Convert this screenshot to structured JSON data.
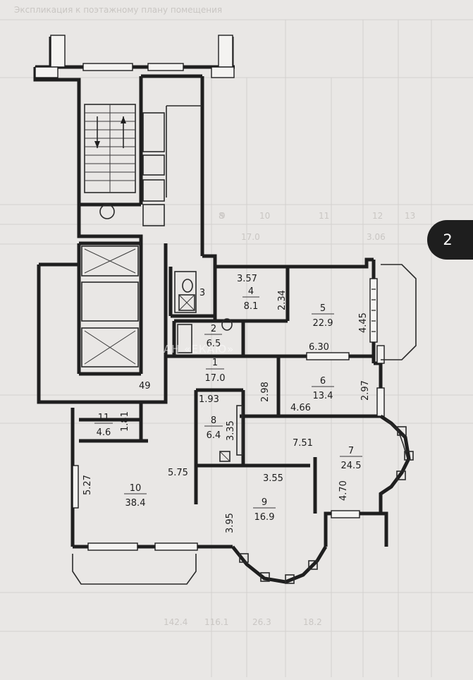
{
  "header_text": "Экспликация к поэтажному плану помещения",
  "page_badge": "2",
  "watermark": "АН «ЕКАЮ»",
  "rooms": {
    "r1": {
      "number": "1",
      "area": "17.0"
    },
    "r2": {
      "number": "2",
      "area": "6.5"
    },
    "r3": {
      "number": "3"
    },
    "r4": {
      "number": "4",
      "area": "8.1"
    },
    "r5": {
      "number": "5",
      "area": "22.9"
    },
    "r6": {
      "number": "6",
      "area": "13.4"
    },
    "r7": {
      "number": "7",
      "area": "24.5"
    },
    "r8": {
      "number": "8",
      "area": "6.4"
    },
    "r9": {
      "number": "9",
      "area": "16.9"
    },
    "r10": {
      "number": "10",
      "area": "38.4"
    },
    "r11": {
      "number": "11",
      "area": "4.6"
    }
  },
  "dimensions": {
    "d_357": "3.57",
    "d_234": "2.34",
    "d_445": "4.45",
    "d_630": "6.30",
    "d_298": "2.98",
    "d_297": "2.97",
    "d_466": "4.66",
    "d_49": "49",
    "d_181": "1.81",
    "d_193": "1.93",
    "d_335": "3.35",
    "d_751": "7.51",
    "d_575": "5.75",
    "d_355": "3.55",
    "d_470": "4.70",
    "d_527": "5.27",
    "d_395": "3.95"
  },
  "table_bg": {
    "col_8": "8",
    "col_9": "9",
    "col_10": "10",
    "col_11": "11",
    "col_12": "12",
    "col_13": "13",
    "val_170": "17.0",
    "val_306": "3.06",
    "tot_1": "142.4",
    "tot_2": "116.1",
    "tot_3": "26.3",
    "tot_4": "18.2"
  }
}
